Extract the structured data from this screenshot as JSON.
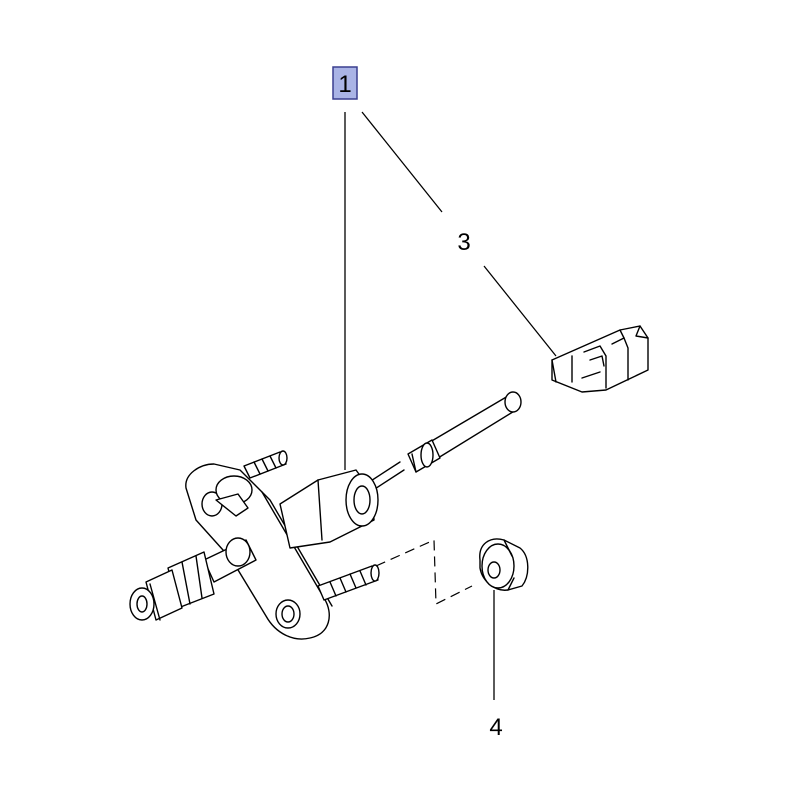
{
  "callouts": [
    {
      "id": "1",
      "label": "1",
      "highlighted": true
    },
    {
      "id": "3",
      "label": "3",
      "highlighted": false
    },
    {
      "id": "4",
      "label": "4",
      "highlighted": false
    }
  ],
  "colors": {
    "highlight_fill": "#aab4e6",
    "highlight_border": "#3a3f8f",
    "line": "#000000",
    "background": "#ffffff"
  }
}
